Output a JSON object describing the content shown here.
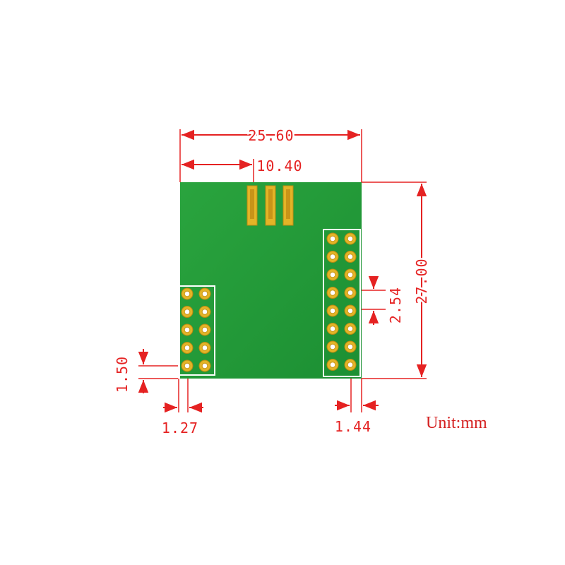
{
  "dimensions": {
    "width_total": "25.60",
    "width_antenna": "10.40",
    "height_total": "27.00",
    "pin_pitch": "2.54",
    "edge_offset_vertical": "1.50",
    "edge_offset_left": "1.27",
    "edge_offset_right": "1.44"
  },
  "unit_label": "Unit:mm",
  "colors": {
    "dimension_line": "#e52222",
    "board": "#22a03a",
    "pad": "#e3b427",
    "pad_hole": "#ffffff",
    "background": "#ffffff"
  }
}
